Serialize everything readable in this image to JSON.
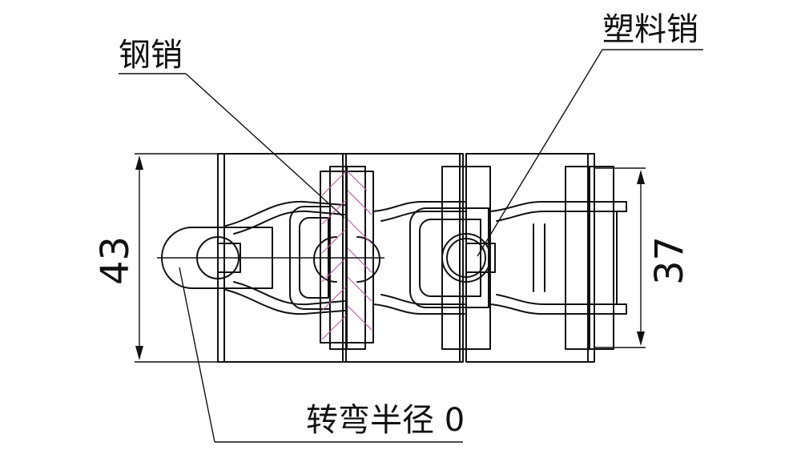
{
  "labels": {
    "steel_pin": "钢销",
    "plastic_pin": "塑料销",
    "turning_radius": "转弯半径 0",
    "dim_outer": "43",
    "dim_inner": "37"
  },
  "colors": {
    "line": "#111111",
    "section_hatch": "#c060a8",
    "background": "#ffffff"
  }
}
